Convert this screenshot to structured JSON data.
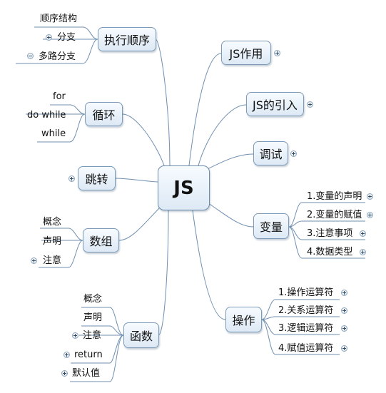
{
  "center": {
    "label": "JS"
  },
  "nodes": {
    "exec_order": {
      "label": "执行顺序",
      "children": [
        "顺序结构",
        "分支",
        "多路分支"
      ]
    },
    "loop": {
      "label": "循环",
      "children": [
        "for",
        "do while",
        "while"
      ]
    },
    "jump": {
      "label": "跳转"
    },
    "array": {
      "label": "数组",
      "children": [
        "概念",
        "声明",
        "注意"
      ]
    },
    "function": {
      "label": "函数",
      "children": [
        "概念",
        "声明",
        "注意",
        "return",
        "默认值"
      ]
    },
    "js_role": {
      "label": "JS作用"
    },
    "js_import": {
      "label": "JS的引入"
    },
    "debug": {
      "label": "调试"
    },
    "variable": {
      "label": "变量",
      "children": [
        "1.变量的声明",
        "2.变量的赋值",
        "3.注意事项",
        "4.数据类型"
      ]
    },
    "operation": {
      "label": "操作",
      "children": [
        "1.操作运算符",
        "2.关系运算符",
        "3.逻辑运算符",
        "4.赋值运算符"
      ]
    }
  },
  "colors": {
    "connector": "#6f8fb0",
    "node_fill_top": "#f7fbff",
    "node_fill_bottom": "#dde9f5",
    "node_border": "#7d9bb8"
  },
  "icons": {
    "expand": "plus-circle-icon",
    "collapse": "minus-circle-icon"
  }
}
